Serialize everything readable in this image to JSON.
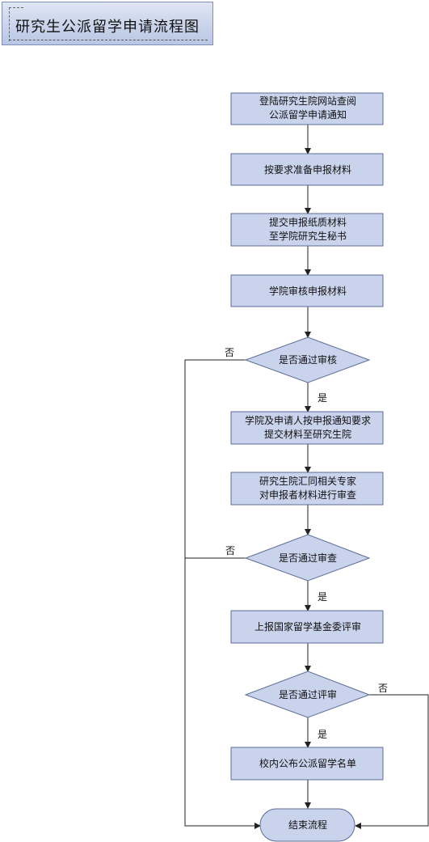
{
  "title": "研究生公派留学申请流程图",
  "colors": {
    "box_fill": "#c9d3ec",
    "box_stroke": "#5b6d96",
    "line": "#222222"
  },
  "nodes": {
    "n1": [
      "登陆研究生院网站查阅",
      "公派留学申请通知"
    ],
    "n2": [
      "按要求准备申报材料"
    ],
    "n3": [
      "提交申报纸质材料",
      "至学院研究生秘书"
    ],
    "n4": [
      "学院审核申报材料"
    ],
    "d1": [
      "是否通过审核"
    ],
    "n5": [
      "学院及申请人按申报通知要求",
      "提交材料至研究生院"
    ],
    "n6": [
      "研究生院汇同相关专家",
      "对申报者材料进行审查"
    ],
    "d2": [
      "是否通过审查"
    ],
    "n7": [
      "上报国家留学基金委评审"
    ],
    "d3": [
      "是否通过评审"
    ],
    "n8": [
      "校内公布公派留学名单"
    ],
    "end": [
      "结束流程"
    ]
  },
  "labels": {
    "yes1": "是",
    "no1": "否",
    "yes2": "是",
    "no2": "否",
    "yes3": "是",
    "no3": "否"
  }
}
